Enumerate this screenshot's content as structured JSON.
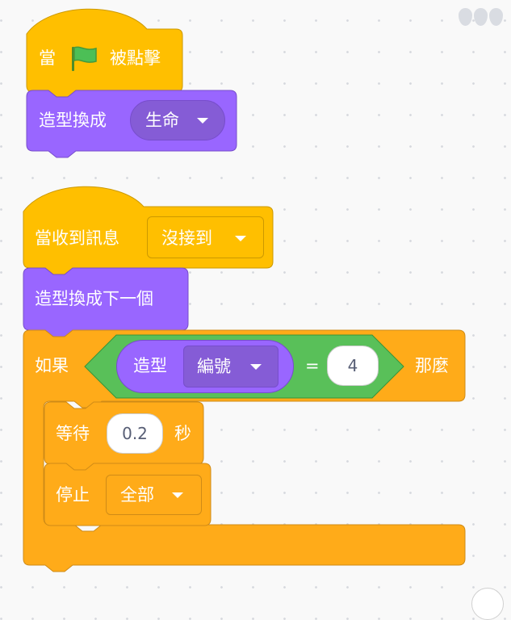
{
  "script1": {
    "hat": {
      "when": "當",
      "clicked": "被點擊",
      "flag_icon": "green-flag"
    },
    "switch": {
      "label": "造型換成",
      "costume": "生命"
    }
  },
  "script2": {
    "hat": {
      "label": "當收到訊息",
      "message": "沒接到"
    },
    "next": {
      "label": "造型換成下一個"
    },
    "if": {
      "if_label": "如果",
      "then_label": "那麼",
      "reporter": {
        "label": "造型",
        "property": "編號"
      },
      "operator": "=",
      "value": "4"
    },
    "wait": {
      "label": "等待",
      "value": "0.2",
      "unit": "秒"
    },
    "stop": {
      "label": "停止",
      "option": "全部"
    }
  },
  "colors": {
    "events": "#ffbf00",
    "looks": "#9966ff",
    "control": "#ffab19",
    "operators": "#59c059",
    "canvas": "#f9f9f9"
  }
}
